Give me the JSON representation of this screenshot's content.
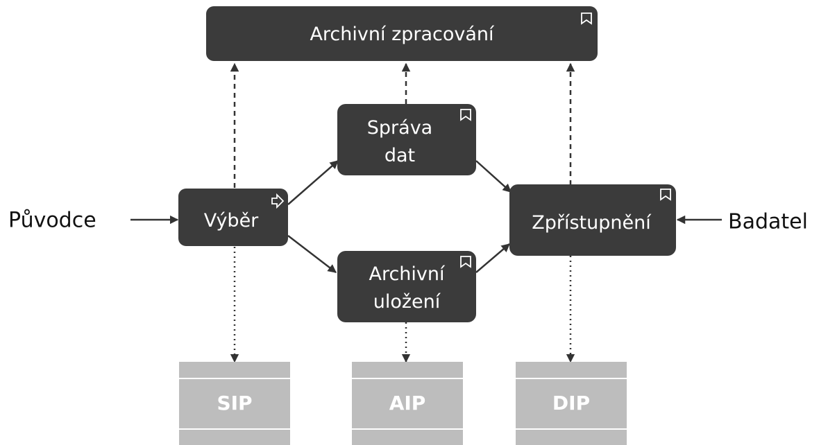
{
  "colors": {
    "node_fill": "#3b3b3b",
    "node_text": "#ffffff",
    "package_fill": "#bdbdbd",
    "package_text": "#ffffff",
    "arrow": "#333333",
    "side_text": "#111111"
  },
  "nodes": {
    "archival_processing": {
      "label": "Archivní zpracování",
      "icon": "bookmark-icon"
    },
    "data_management": {
      "line1": "Správa",
      "line2": "dat",
      "icon": "bookmark-icon"
    },
    "selection": {
      "label": "Výběr",
      "icon": "arrow-right-icon"
    },
    "archival_storage": {
      "line1": "Archivní",
      "line2": "uložení",
      "icon": "bookmark-icon"
    },
    "access": {
      "label": "Zpřístupnění",
      "icon": "bookmark-icon"
    }
  },
  "actors": {
    "originator": "Původce",
    "researcher": "Badatel"
  },
  "packages": {
    "sip": "SIP",
    "aip": "AIP",
    "dip": "DIP"
  }
}
